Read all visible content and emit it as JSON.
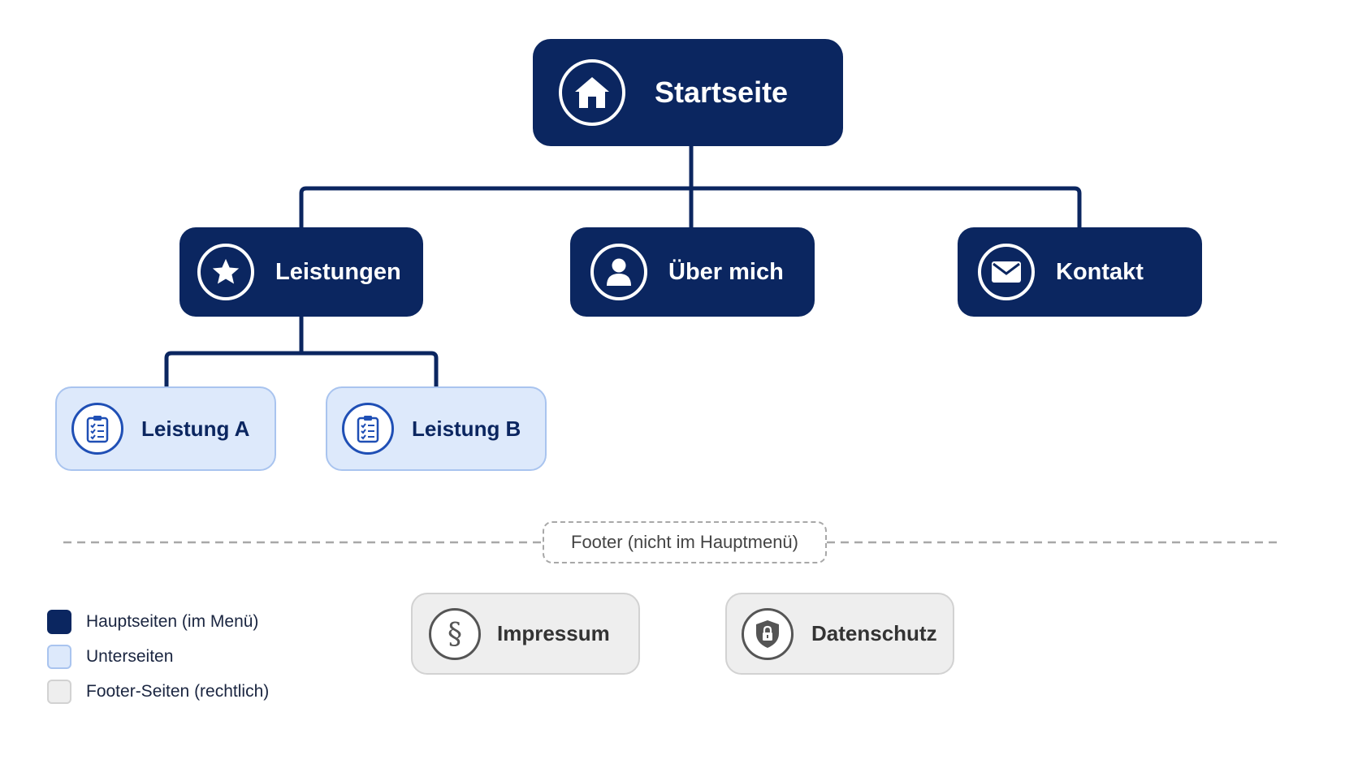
{
  "colors": {
    "main": "#0b2660",
    "sub_fill": "#dde9fb",
    "sub_border": "#a9c4ef",
    "footer_fill": "#eeeeee",
    "footer_border": "#d2d2d2",
    "connector": "#0b2660",
    "divider": "#a8a8a8"
  },
  "root": {
    "label": "Startseite",
    "icon": "home-icon"
  },
  "main_pages": [
    {
      "label": "Leistungen",
      "icon": "star-icon"
    },
    {
      "label": "Über mich",
      "icon": "user-icon"
    },
    {
      "label": "Kontakt",
      "icon": "envelope-icon"
    }
  ],
  "sub_pages": [
    {
      "label": "Leistung A",
      "icon": "clipboard-checklist-icon"
    },
    {
      "label": "Leistung B",
      "icon": "clipboard-checklist-icon"
    }
  ],
  "footer": {
    "caption": "Footer (nicht im Hauptmenü)",
    "pages": [
      {
        "label": "Impressum",
        "icon": "paragraph-icon"
      },
      {
        "label": "Datenschutz",
        "icon": "shield-lock-icon"
      }
    ]
  },
  "legend": [
    {
      "label": "Hauptseiten (im Menü)"
    },
    {
      "label": "Unterseiten"
    },
    {
      "label": "Footer-Seiten (rechtlich)"
    }
  ]
}
